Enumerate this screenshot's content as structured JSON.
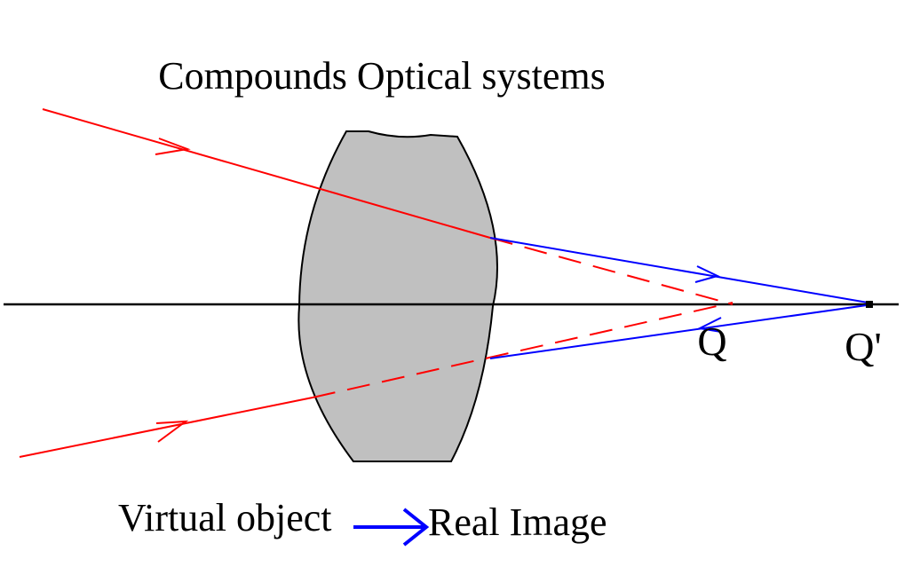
{
  "title": "Compounds Optical systems",
  "points": {
    "q_label": "Q",
    "q_prime_label": "Q'"
  },
  "caption": {
    "left": "Virtual object",
    "right": "Real Image"
  },
  "colors": {
    "background": "#ffffff",
    "lens_fill": "#c0c0c0",
    "lens_stroke": "#000000",
    "axis": "#000000",
    "incident_ray": "#ff0000",
    "refracted_ray": "#0000ff",
    "text": "#000000"
  }
}
